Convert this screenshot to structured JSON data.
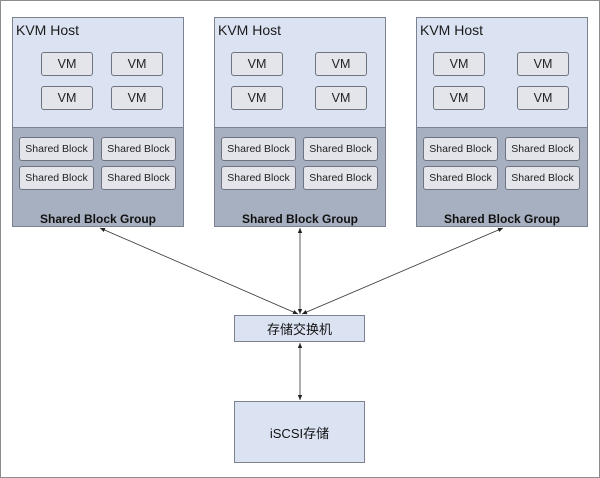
{
  "hosts": [
    {
      "title": "KVM Host",
      "vms": [
        "VM",
        "VM",
        "VM",
        "VM"
      ],
      "blocks": [
        "Shared Block",
        "Shared Block",
        "Shared Block",
        "Shared Block"
      ],
      "group": "Shared Block Group"
    },
    {
      "title": "KVM Host",
      "vms": [
        "VM",
        "VM",
        "VM",
        "VM"
      ],
      "blocks": [
        "Shared Block",
        "Shared Block",
        "Shared Block",
        "Shared Block"
      ],
      "group": "Shared Block Group"
    },
    {
      "title": "KVM Host",
      "vms": [
        "VM",
        "VM",
        "VM",
        "VM"
      ],
      "blocks": [
        "Shared Block",
        "Shared Block",
        "Shared Block",
        "Shared Block"
      ],
      "group": "Shared Block Group"
    }
  ],
  "switch": {
    "label": "存储交换机"
  },
  "storage": {
    "label": "iSCSI存储"
  },
  "colors": {
    "host_fill": "#dbe3f2",
    "group_fill": "#a7b0c0",
    "item_fill": "#e3e5ea",
    "border": "#7d8290"
  }
}
